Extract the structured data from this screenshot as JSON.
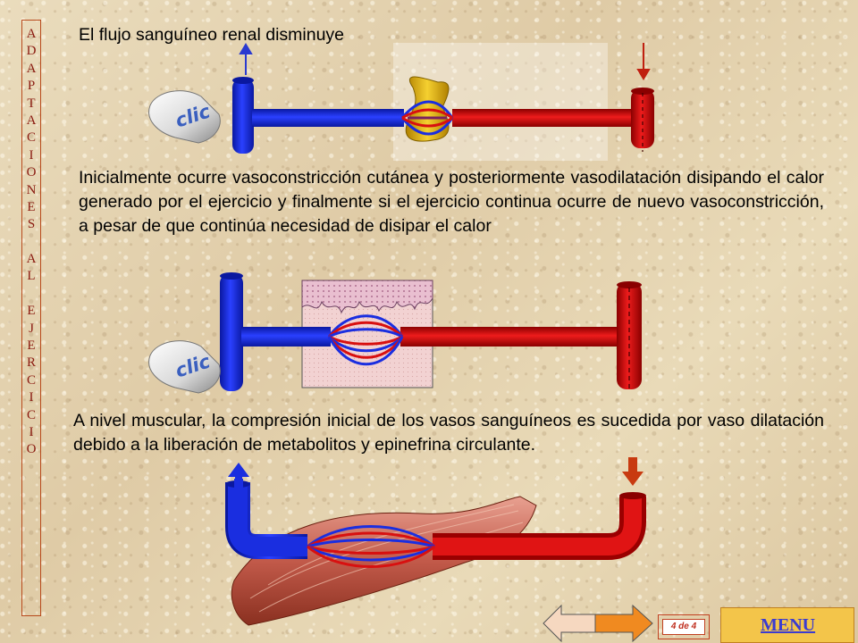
{
  "side_title": [
    "A",
    "D",
    "A",
    "P",
    "T",
    "A",
    "C",
    "I",
    "O",
    "N",
    "E",
    "S",
    "",
    "A",
    "L",
    "",
    "E",
    "J",
    "E",
    "R",
    "C",
    "I",
    "C",
    "I",
    "O"
  ],
  "section1": {
    "text": "El flujo sanguíneo renal disminuye"
  },
  "section2": {
    "text": "Inicialmente ocurre vasoconstricción cutánea y posteriormente vasodilatación disipando el calor generado por el ejercicio y finalmente si el ejercicio continua ocurre de nuevo vasoconstricción, a pesar de que continúa necesidad de disipar el calor"
  },
  "section3": {
    "text": "A nivel muscular, la compresión inicial de los vasos sanguíneos es sucedida por vaso dilatación debido a la liberación de metabolitos y epinefrina circulante."
  },
  "clic_buttons": [
    {
      "label": "clic"
    },
    {
      "label": "clic"
    }
  ],
  "nav": {
    "page_indicator": "4 de 4",
    "menu_label": "MENU",
    "back_icon": "left-arrow-icon",
    "forward_icon": "right-arrow-icon"
  },
  "colors": {
    "vein_blue": "#1a2ee0",
    "artery_red": "#d81010",
    "kidney_yellow": "#f0c020",
    "menu_yellow": "#f3c54a",
    "nav_orange": "#f08a20",
    "title_red": "#8a1a10"
  }
}
